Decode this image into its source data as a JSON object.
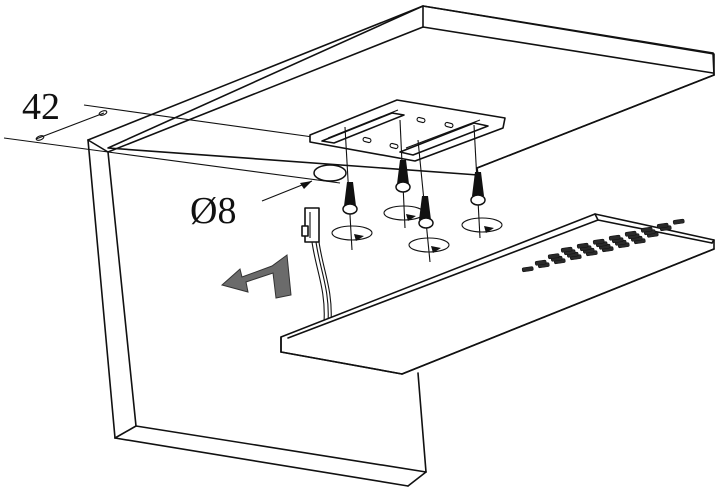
{
  "diagram": {
    "title": "Under-cabinet LED light mounting instruction",
    "labels": {
      "dimension": "42",
      "drill_diameter": "Ø8"
    },
    "colors": {
      "line": "#111111",
      "background": "#ffffff",
      "direction_arrow": "#6b6b6b",
      "led_cells": "#2a2a2a"
    },
    "components": [
      {
        "id": "cabinet-shelf",
        "label": "Cabinet / shelf board"
      },
      {
        "id": "mounting-plate",
        "label": "Mounting plate with slots"
      },
      {
        "id": "screws",
        "label": "Mounting screws",
        "count": 4
      },
      {
        "id": "cable-hole",
        "label": "Cable hole",
        "diameter": "Ø8"
      },
      {
        "id": "cable-connector",
        "label": "Cable with connector"
      },
      {
        "id": "led-light",
        "label": "LED light panel",
        "led_rows": 4,
        "led_cols": 8
      },
      {
        "id": "direction-arrow",
        "label": "Slide direction arrow"
      }
    ],
    "dimension_mm": 42
  }
}
